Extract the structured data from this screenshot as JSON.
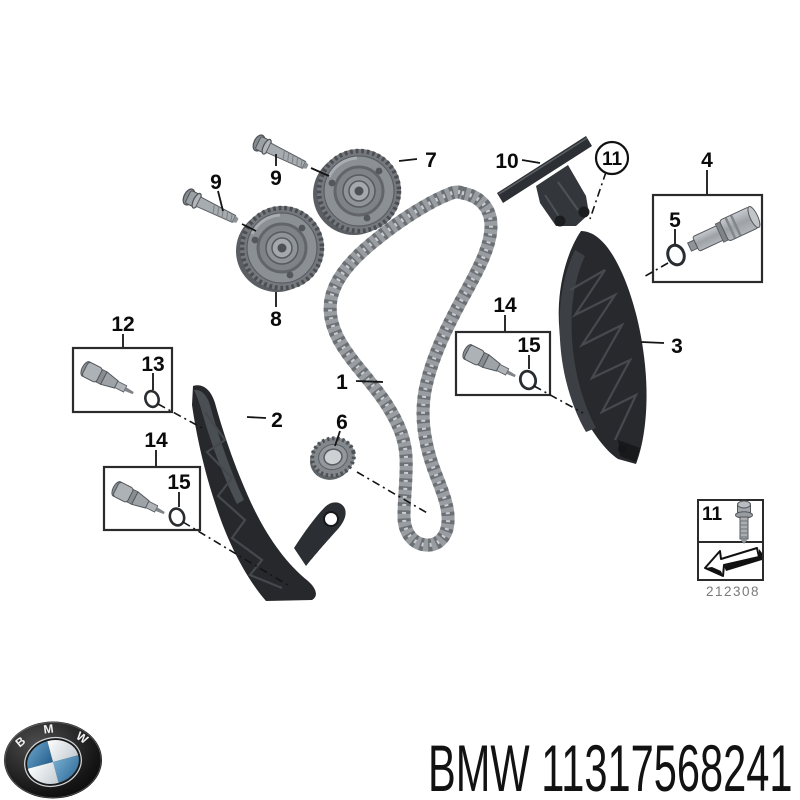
{
  "diagram": {
    "drawing_number": "212308",
    "callouts": {
      "c1": "1",
      "c2": "2",
      "c3": "3",
      "c4": "4",
      "c5": "5",
      "c6": "6",
      "c7": "7",
      "c8": "8",
      "c9_upper": "9",
      "c9_lower": "9",
      "c10": "10",
      "c11": "11",
      "c12": "12",
      "c13": "13",
      "c14_left": "14",
      "c15_left": "15",
      "c14_right": "14",
      "c15_right": "15",
      "c11_legend": "11"
    }
  },
  "footer": {
    "part_text": "BMW 11317568241",
    "logo": {
      "b": "B",
      "m": "M",
      "w": "W"
    }
  }
}
